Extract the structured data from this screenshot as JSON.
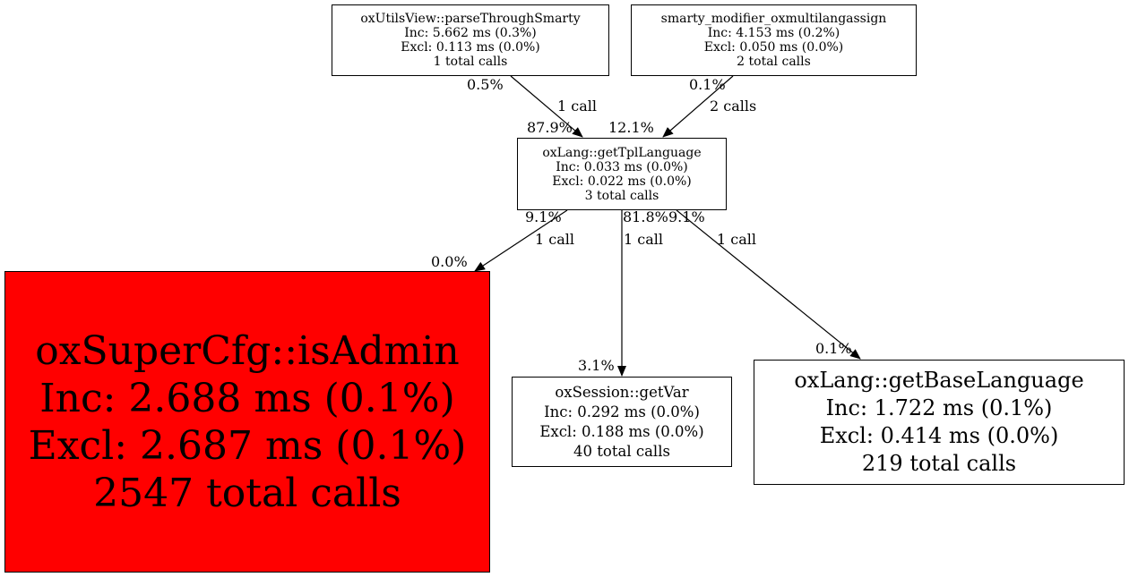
{
  "graph": {
    "nodes": {
      "parse_through_smarty": {
        "name": "oxUtilsView::parseThroughSmarty",
        "inc": "Inc: 5.662 ms (0.3%)",
        "excl": "Excl: 0.113 ms (0.0%)",
        "calls": "1 total calls",
        "fill": "#ffffff"
      },
      "smarty_modifier": {
        "name": "smarty_modifier_oxmultilangassign",
        "inc": "Inc: 4.153 ms (0.2%)",
        "excl": "Excl: 0.050 ms (0.0%)",
        "calls": "2 total calls",
        "fill": "#ffffff"
      },
      "get_tpl_language": {
        "name": "oxLang::getTplLanguage",
        "inc": "Inc: 0.033 ms (0.0%)",
        "excl": "Excl: 0.022 ms (0.0%)",
        "calls": "3 total calls",
        "fill": "#ffffff"
      },
      "is_admin": {
        "name": "oxSuperCfg::isAdmin",
        "inc": "Inc: 2.688 ms (0.1%)",
        "excl": "Excl: 2.687 ms (0.1%)",
        "calls": "2547 total calls",
        "fill": "#ff0000"
      },
      "get_var": {
        "name": "oxSession::getVar",
        "inc": "Inc: 0.292 ms (0.0%)",
        "excl": "Excl: 0.188 ms (0.0%)",
        "calls": "40 total calls",
        "fill": "#ffffff"
      },
      "get_base_language": {
        "name": "oxLang::getBaseLanguage",
        "inc": "Inc: 1.722 ms (0.1%)",
        "excl": "Excl: 0.414 ms (0.0%)",
        "calls": "219 total calls",
        "fill": "#ffffff"
      }
    },
    "edges": {
      "e1": {
        "calls": "1 call",
        "tail_pct": "0.5%",
        "head_pct": "87.9%"
      },
      "e2": {
        "calls": "2 calls",
        "tail_pct": "0.1%",
        "head_pct": "12.1%"
      },
      "e3": {
        "calls": "1 call",
        "tail_pct": "9.1%",
        "head_pct": "0.0%"
      },
      "e4": {
        "calls": "1 call",
        "tail_pct": "81.8%",
        "head_pct": "3.1%"
      },
      "e5": {
        "calls": "1 call",
        "tail_pct": "9.1%",
        "head_pct": "0.1%"
      }
    }
  }
}
